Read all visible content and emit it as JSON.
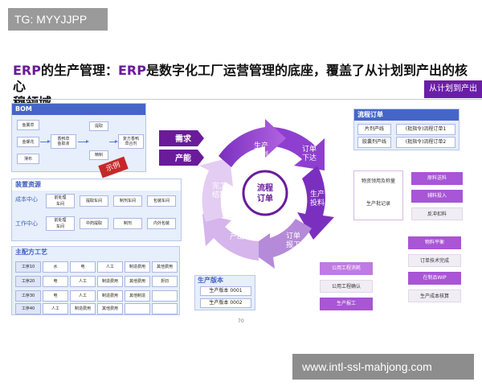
{
  "overlay_tag": "TG: MYYJJPP",
  "title": {
    "prefix": "ERP",
    "line1": "的生产管理：",
    "erp2": "ERP",
    "line1b": "是数字化工厂运营管理的底座，覆盖了从计划到产出的核心",
    "line2": "穆领域"
  },
  "tagline": "从计划到产出",
  "example_stamp": "示例",
  "bom": {
    "header": "BOM",
    "items_left": [
      "鱼翼草",
      "金螺花",
      "薄布"
    ],
    "items_mid": [
      "香鸭草\n鱼取液"
    ],
    "items_right": [
      "提取",
      "精制"
    ],
    "items_far": [
      "复方香鸭\n草合剂"
    ]
  },
  "equipment": {
    "header": "装置资源",
    "rows": [
      {
        "label": "成本中心",
        "cells": [
          "前处理\n车间",
          "提取车间",
          "制剂车间",
          "包装车间"
        ]
      },
      {
        "label": "工作中心",
        "cells": [
          "前处理\n车间",
          "中药提取",
          "制剂",
          "内外包装"
        ]
      }
    ]
  },
  "assembly": {
    "header": "主配方工艺",
    "rows": [
      [
        "工序10",
        "水",
        "电",
        "人工",
        "制造费用",
        "其他费用"
      ],
      [
        "工序20",
        "电",
        "人工",
        "制造费用",
        "其他费用",
        "折旧"
      ],
      [
        "工序30",
        "电",
        "人工",
        "制造费用",
        "其他制造",
        ""
      ],
      [
        "工序40",
        "人工",
        "制造费用",
        "其他费用",
        "",
        ""
      ]
    ]
  },
  "page_number": "70",
  "production_version": {
    "header": "生产版本",
    "items": [
      "生产版本 0001",
      "生产版本 0002"
    ]
  },
  "cycle": {
    "center": "流程\n订单",
    "segments": [
      "生产\n计划",
      "订单\n下达",
      "生产\n投料",
      "订单\n报工",
      "产品\n产出",
      "完工\n结算"
    ],
    "inputs": [
      "需求",
      "产能"
    ]
  },
  "flow_order": {
    "header": "流程订单",
    "rows": [
      {
        "name": "片剂产线",
        "status": "(批指令)流程订单1"
      },
      {
        "name": "胶囊剂产线",
        "status": "(批指令)流程订单2"
      }
    ]
  },
  "panel_a_white": [
    "物资领用及称量",
    "生产批记录"
  ],
  "panel_a_right": [
    "原料送料",
    "辅料投入",
    "反冲扣料"
  ],
  "panel_b_left": [
    "公用工程消耗",
    "公用工程确认",
    "生产报工"
  ],
  "panel_b_right": [
    "物料平衡",
    "订单技术完成",
    "在制品WIP",
    "生产成本核算"
  ],
  "watermark": "www.intl-ssl-mahjong.com",
  "colors": {
    "purple": "#6a1b9a",
    "blue": "#4566c8",
    "light_blue": "#e7eefc",
    "violet": "#a855d6"
  }
}
